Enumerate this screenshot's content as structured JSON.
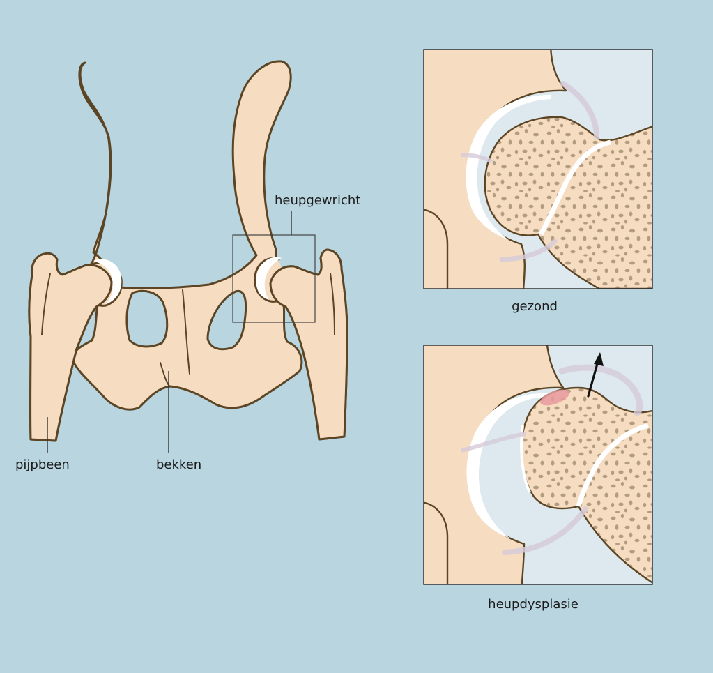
{
  "labels": {
    "hip_joint": "heupgewricht",
    "cannon_bone": "pijpbeen",
    "pelvis": "bekken",
    "healthy": "gezond",
    "dysplasia": "heupdysplasie"
  },
  "colors": {
    "background": "#b9d5df",
    "bone": "#f6dcc0",
    "outline": "#5b4524",
    "cartilage": "#ffffff",
    "spongy_bone": "#b39d80",
    "ligament": "#e3dbe4",
    "inflammation": "#e79a9f",
    "joint_space": "#dde9ee"
  }
}
